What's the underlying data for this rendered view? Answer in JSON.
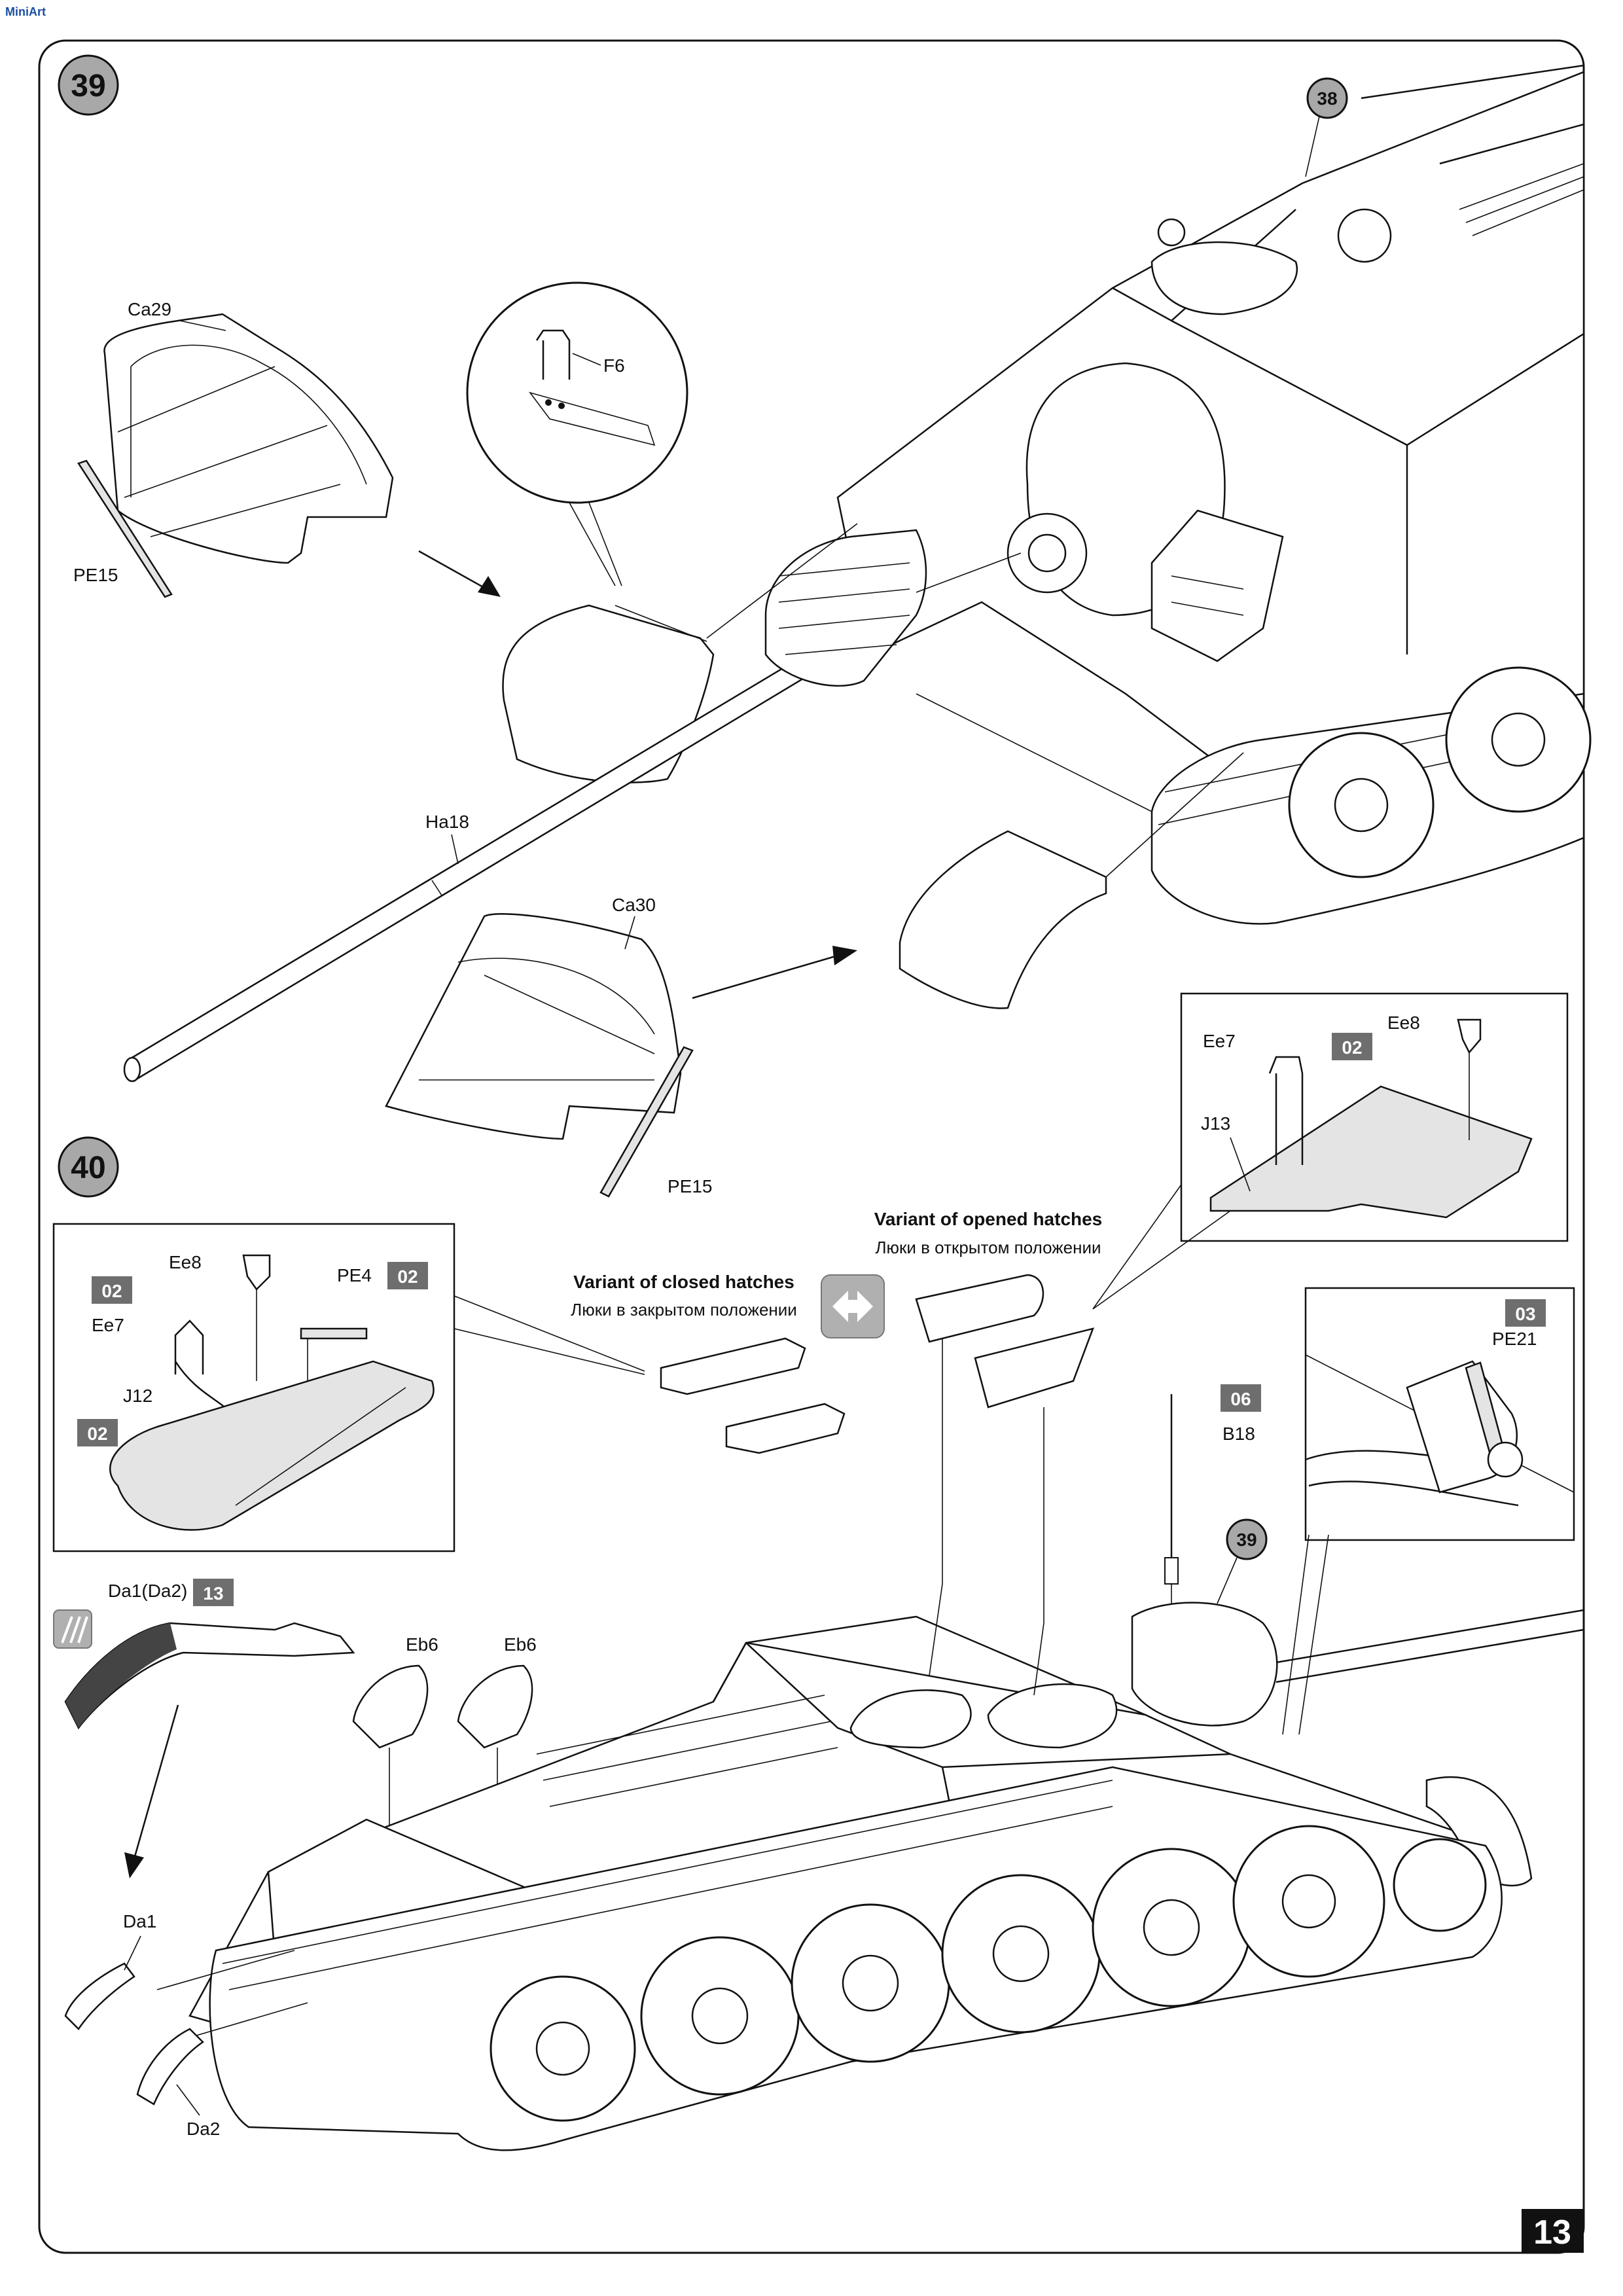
{
  "header": {
    "logo_text": "MiniArt"
  },
  "page_number": "13",
  "step39": {
    "number": "39",
    "ref_step": "38",
    "labels": {
      "ca29": "Ca29",
      "pe15_top": "PE15",
      "f6": "F6",
      "ha18": "Ha18",
      "ca30": "Ca30",
      "pe15_bottom": "PE15"
    }
  },
  "inset_opened": {
    "ee7": "Ee7",
    "ee8": "Ee8",
    "badge": "02",
    "j13": "J13"
  },
  "step40": {
    "number": "40",
    "ref_step": "39",
    "inset_closed": {
      "badge_top_left": "02",
      "ee8": "Ee8",
      "pe4": "PE4",
      "badge_pe4": "02",
      "ee7": "Ee7",
      "j12": "J12",
      "badge_j12": "02"
    },
    "variant_closed": {
      "title": "Variant of closed hatches",
      "subtitle": "Люки в закрытом положении"
    },
    "variant_opened": {
      "title": "Variant of opened hatches",
      "subtitle": "Люки в открытом положении"
    },
    "inset_pe21": {
      "badge": "03",
      "label": "PE21"
    },
    "b18": {
      "badge": "06",
      "label": "B18"
    },
    "da1da2": {
      "label": "Da1(Da2)",
      "badge": "13"
    },
    "eb6_left": "Eb6",
    "eb6_right": "Eb6",
    "da1": "Da1",
    "da2": "Da2"
  }
}
